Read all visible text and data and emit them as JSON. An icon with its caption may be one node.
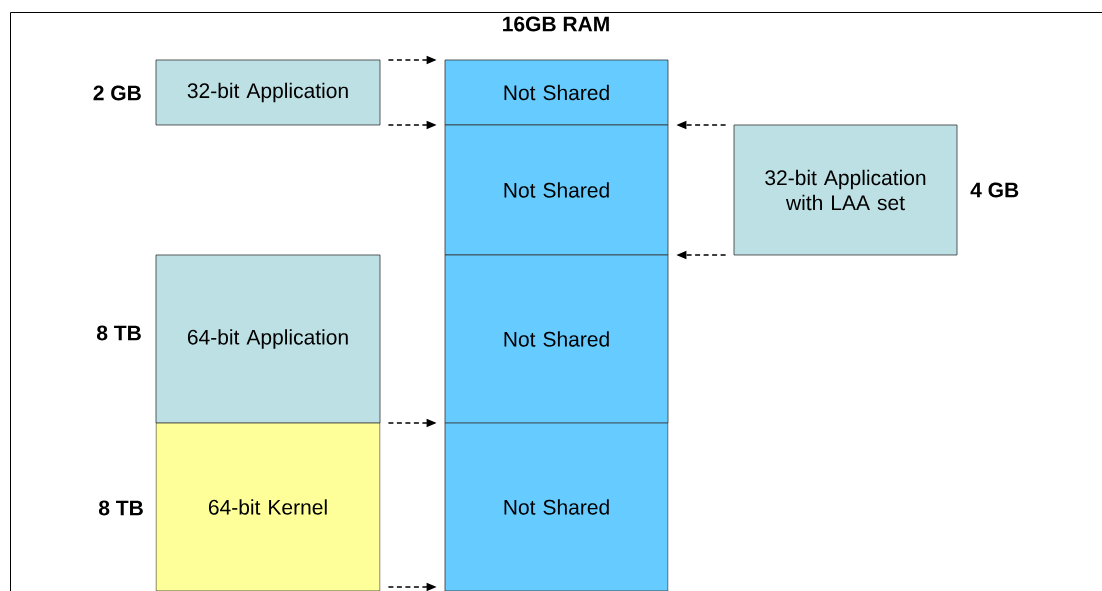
{
  "diagram": {
    "title": "16GB RAM",
    "nodes": [
      {
        "text": [
          "32-bit Application"
        ],
        "beside": [
          "2 GB"
        ]
      },
      {
        "text": [
          "Not Shared"
        ]
      },
      {
        "text": [
          "Not Shared"
        ]
      },
      {
        "text": [
          "32-bit Application with LAA set"
        ],
        "beside": [
          "4 GB"
        ]
      },
      {
        "text": [
          "64-bit Application"
        ],
        "beside": [
          "8 TB"
        ]
      },
      {
        "text": [
          "Not Shared"
        ]
      },
      {
        "text": [
          "64-bit Kernel"
        ],
        "beside": [
          "8 TB"
        ]
      },
      {
        "text": [
          "Not Shared"
        ]
      }
    ],
    "edges": [
      {
        "from": 0,
        "to": 1,
        "arrow": "to",
        "style": "dashed"
      },
      {
        "from": 0,
        "to": 1,
        "arrow": "to",
        "style": "dashed"
      },
      {
        "from": 3,
        "to": 2,
        "arrow": "to",
        "style": "dashed"
      },
      {
        "from": 3,
        "to": 2,
        "arrow": "to",
        "style": "dashed"
      },
      {
        "from": 6,
        "to": 7,
        "arrow": "to",
        "style": "dashed"
      },
      {
        "from": 6,
        "to": 7,
        "arrow": "to",
        "style": "dashed"
      }
    ]
  }
}
